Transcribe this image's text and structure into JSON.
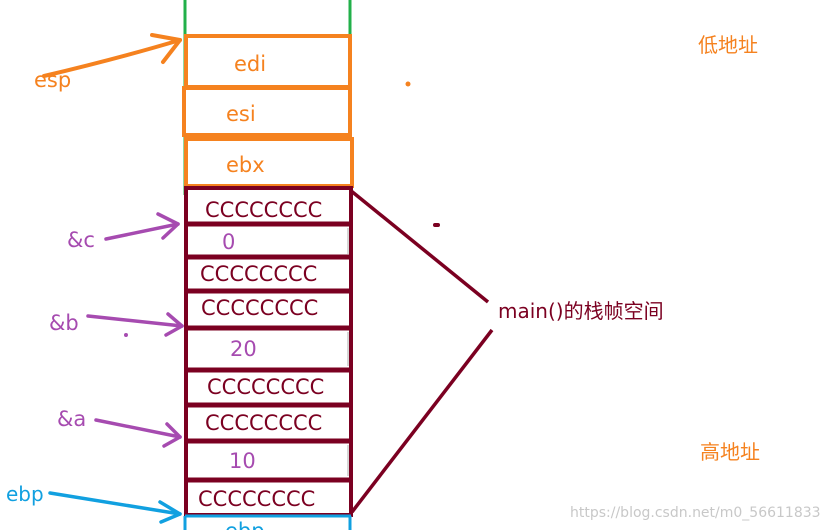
{
  "colors": {
    "orange": "#f5821f",
    "maroon": "#7b0021",
    "purple": "#a64bb0",
    "blue": "#11a0e0",
    "green": "#22b04a",
    "gray": "#c8c8c8"
  },
  "saved_registers": [
    {
      "label": "edi"
    },
    {
      "label": "esi"
    },
    {
      "label": "ebx"
    }
  ],
  "frame_cells": [
    {
      "label": "CCCCCCCC"
    },
    {
      "label": "0"
    },
    {
      "label": "CCCCCCCC"
    },
    {
      "label": "CCCCCCCC"
    },
    {
      "label": "20"
    },
    {
      "label": "CCCCCCCC"
    },
    {
      "label": "CCCCCCCC"
    },
    {
      "label": "10"
    },
    {
      "label": "CCCCCCCC"
    }
  ],
  "bottom_cell": {
    "label": "ebp"
  },
  "pointers": {
    "esp": "esp",
    "c": "&c",
    "b": "&b",
    "a": "&a",
    "ebp": "ebp"
  },
  "annotations": {
    "low_address": "低地址",
    "high_address": "高地址",
    "frame_label": "main()的栈帧空间",
    "watermark": "https://blog.csdn.net/m0_56611833"
  }
}
